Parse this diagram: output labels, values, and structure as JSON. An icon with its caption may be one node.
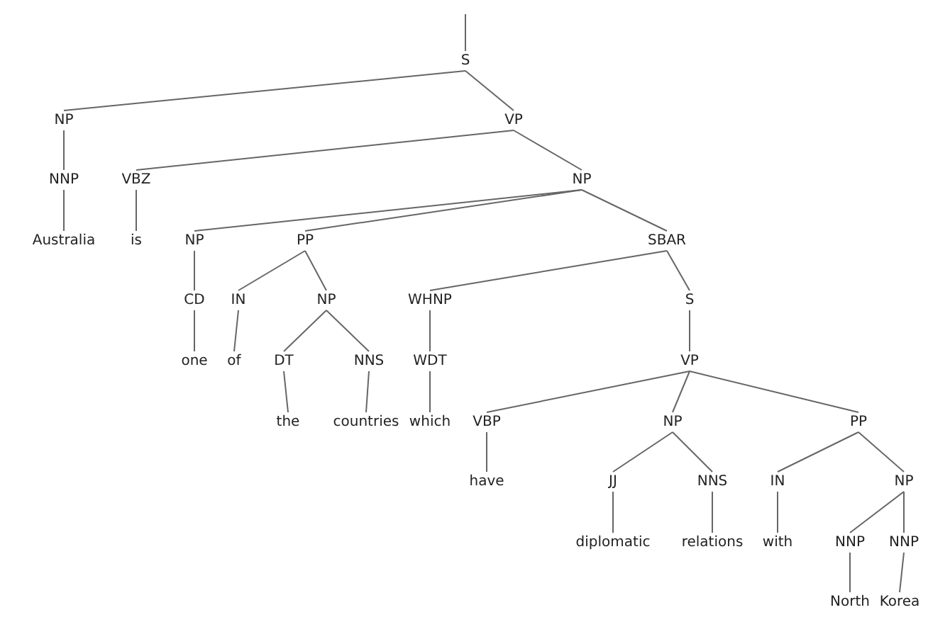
{
  "diagram": {
    "nodes": [
      {
        "text": [
          "S"
        ]
      },
      {
        "text": [
          "NP"
        ]
      },
      {
        "text": [
          "VP"
        ]
      },
      {
        "text": [
          "NNP"
        ]
      },
      {
        "text": [
          "Australia"
        ]
      },
      {
        "text": [
          "VBZ"
        ]
      },
      {
        "text": [
          "is"
        ]
      },
      {
        "text": [
          "NP"
        ]
      },
      {
        "text": [
          "NP"
        ]
      },
      {
        "text": [
          "PP"
        ]
      },
      {
        "text": [
          "SBAR"
        ]
      },
      {
        "text": [
          "CD"
        ]
      },
      {
        "text": [
          "one"
        ]
      },
      {
        "text": [
          "IN"
        ]
      },
      {
        "text": [
          "of"
        ]
      },
      {
        "text": [
          "NP"
        ]
      },
      {
        "text": [
          "DT"
        ]
      },
      {
        "text": [
          "the"
        ]
      },
      {
        "text": [
          "NNS"
        ]
      },
      {
        "text": [
          "countries"
        ]
      },
      {
        "text": [
          "WHNP"
        ]
      },
      {
        "text": [
          "WDT"
        ]
      },
      {
        "text": [
          "which"
        ]
      },
      {
        "text": [
          "S"
        ]
      },
      {
        "text": [
          "VP"
        ]
      },
      {
        "text": [
          "VBP"
        ]
      },
      {
        "text": [
          "have"
        ]
      },
      {
        "text": [
          "NP"
        ]
      },
      {
        "text": [
          "JJ"
        ]
      },
      {
        "text": [
          "diplomatic"
        ]
      },
      {
        "text": [
          "NNS"
        ]
      },
      {
        "text": [
          "relations"
        ]
      },
      {
        "text": [
          "PP"
        ]
      },
      {
        "text": [
          "IN"
        ]
      },
      {
        "text": [
          "with"
        ]
      },
      {
        "text": [
          "NP"
        ]
      },
      {
        "text": [
          "NNP"
        ]
      },
      {
        "text": [
          "North"
        ]
      },
      {
        "text": [
          "NNP"
        ]
      },
      {
        "text": [
          "Korea"
        ]
      }
    ],
    "edges": [
      {
        "from": null,
        "to": 0,
        "arrow": "none"
      },
      {
        "from": 0,
        "to": 1,
        "arrow": "none"
      },
      {
        "from": 0,
        "to": 2,
        "arrow": "none"
      },
      {
        "from": 1,
        "to": 3,
        "arrow": "none"
      },
      {
        "from": 3,
        "to": 4,
        "arrow": "none"
      },
      {
        "from": 2,
        "to": 5,
        "arrow": "none"
      },
      {
        "from": 5,
        "to": 6,
        "arrow": "none"
      },
      {
        "from": 2,
        "to": 7,
        "arrow": "none"
      },
      {
        "from": 7,
        "to": 8,
        "arrow": "none"
      },
      {
        "from": 7,
        "to": 9,
        "arrow": "none"
      },
      {
        "from": 7,
        "to": 10,
        "arrow": "none"
      },
      {
        "from": 8,
        "to": 11,
        "arrow": "none"
      },
      {
        "from": 11,
        "to": 12,
        "arrow": "none"
      },
      {
        "from": 9,
        "to": 13,
        "arrow": "none"
      },
      {
        "from": 13,
        "to": 14,
        "arrow": "none"
      },
      {
        "from": 9,
        "to": 15,
        "arrow": "none"
      },
      {
        "from": 15,
        "to": 16,
        "arrow": "none"
      },
      {
        "from": 16,
        "to": 17,
        "arrow": "none"
      },
      {
        "from": 15,
        "to": 18,
        "arrow": "none"
      },
      {
        "from": 18,
        "to": 19,
        "arrow": "none"
      },
      {
        "from": 10,
        "to": 20,
        "arrow": "none"
      },
      {
        "from": 20,
        "to": 21,
        "arrow": "none"
      },
      {
        "from": 21,
        "to": 22,
        "arrow": "none"
      },
      {
        "from": 10,
        "to": 23,
        "arrow": "none"
      },
      {
        "from": 23,
        "to": 24,
        "arrow": "none"
      },
      {
        "from": 24,
        "to": 25,
        "arrow": "none"
      },
      {
        "from": 25,
        "to": 26,
        "arrow": "none"
      },
      {
        "from": 24,
        "to": 27,
        "arrow": "none"
      },
      {
        "from": 27,
        "to": 28,
        "arrow": "none"
      },
      {
        "from": 28,
        "to": 29,
        "arrow": "none"
      },
      {
        "from": 27,
        "to": 30,
        "arrow": "none"
      },
      {
        "from": 30,
        "to": 31,
        "arrow": "none"
      },
      {
        "from": 24,
        "to": 32,
        "arrow": "none"
      },
      {
        "from": 32,
        "to": 33,
        "arrow": "none"
      },
      {
        "from": 33,
        "to": 34,
        "arrow": "none"
      },
      {
        "from": 32,
        "to": 35,
        "arrow": "none"
      },
      {
        "from": 35,
        "to": 36,
        "arrow": "none"
      },
      {
        "from": 36,
        "to": 37,
        "arrow": "none"
      },
      {
        "from": 35,
        "to": 38,
        "arrow": "none"
      },
      {
        "from": 38,
        "to": 39,
        "arrow": "none"
      }
    ]
  }
}
